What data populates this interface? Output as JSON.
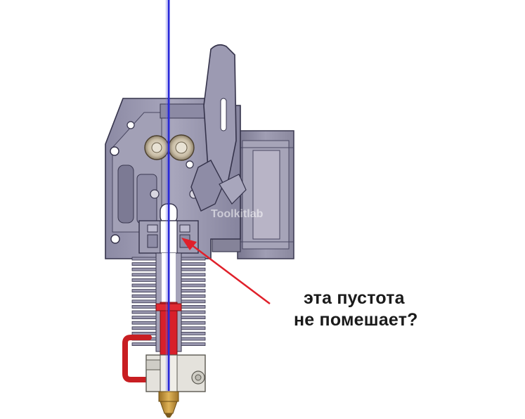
{
  "annotation": {
    "line1": "эта пустота",
    "line2": "не помешает?",
    "arrow_color": "#e0202a"
  },
  "watermark": {
    "text": "Toolkitlab"
  },
  "colors": {
    "filament": "#2a2ad8",
    "body": "#9a98b0",
    "body_dark": "#6e6c86",
    "heat_break": "#d8202a",
    "wire": "#c81e22",
    "heater_block": "#e4e2dc",
    "nozzle": "#c89a3c"
  }
}
